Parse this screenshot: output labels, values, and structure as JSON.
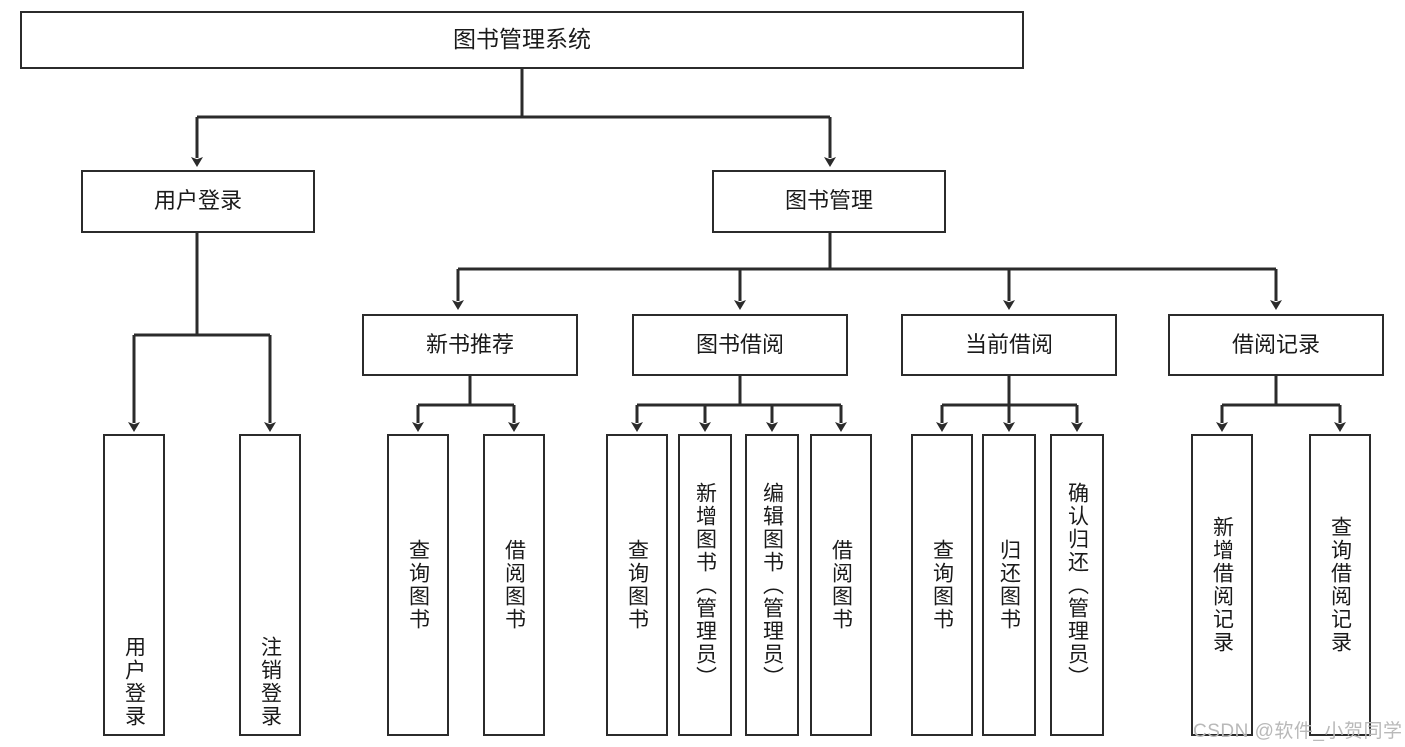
{
  "diagram": {
    "type": "hierarchy-tree",
    "title": "图书管理系统",
    "root": {
      "id": "root",
      "label": "图书管理系统"
    },
    "level2": [
      {
        "id": "user-login",
        "label": "用户登录"
      },
      {
        "id": "book-manage",
        "label": "图书管理"
      }
    ],
    "level3": [
      {
        "id": "new-book-rec",
        "label": "新书推荐",
        "parent": "book-manage"
      },
      {
        "id": "book-borrow",
        "label": "图书借阅",
        "parent": "book-manage"
      },
      {
        "id": "current-borrow",
        "label": "当前借阅",
        "parent": "book-manage"
      },
      {
        "id": "borrow-record",
        "label": "借阅记录",
        "parent": "book-manage"
      }
    ],
    "leaves": [
      {
        "id": "leaf-user-login",
        "label": "用户登录",
        "parent": "user-login"
      },
      {
        "id": "leaf-logout-login",
        "label": "注销登录",
        "parent": "user-login"
      },
      {
        "id": "leaf-query-book-1",
        "label": "查询图书",
        "parent": "new-book-rec"
      },
      {
        "id": "leaf-borrow-book-1",
        "label": "借阅图书",
        "parent": "new-book-rec"
      },
      {
        "id": "leaf-query-book-2",
        "label": "查询图书",
        "parent": "book-borrow"
      },
      {
        "id": "leaf-add-book",
        "label": "新增图书（管理员）",
        "parent": "book-borrow"
      },
      {
        "id": "leaf-edit-book",
        "label": "编辑图书（管理员）",
        "parent": "book-borrow"
      },
      {
        "id": "leaf-borrow-book-2",
        "label": "借阅图书",
        "parent": "book-borrow"
      },
      {
        "id": "leaf-query-book-3",
        "label": "查询图书",
        "parent": "current-borrow"
      },
      {
        "id": "leaf-return-book",
        "label": "归还图书",
        "parent": "current-borrow"
      },
      {
        "id": "leaf-confirm-return",
        "label": "确认归还（管理员）",
        "parent": "current-borrow"
      },
      {
        "id": "leaf-add-record",
        "label": "新增借阅记录",
        "parent": "borrow-record"
      },
      {
        "id": "leaf-query-record",
        "label": "查询借阅记录",
        "parent": "borrow-record"
      }
    ]
  },
  "watermark": {
    "text": "CSDN @软件_小贺同学"
  },
  "colors": {
    "stroke": "#2b2b2b",
    "fill": "#ffffff",
    "text": "#1a1a1a",
    "watermark": "#b9b9b9"
  }
}
